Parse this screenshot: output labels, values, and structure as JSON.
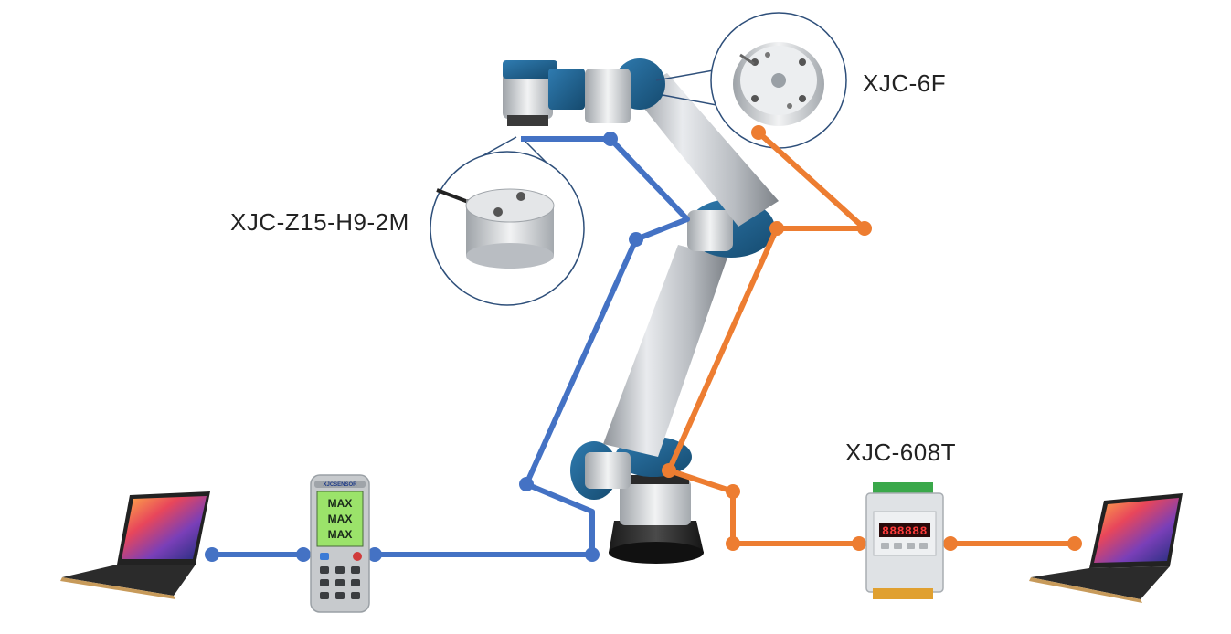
{
  "labels": {
    "six_axis_sensor": "XJC-6F",
    "load_cell": "XJC-Z15-H9-2M",
    "transmitter": "XJC-608T"
  },
  "handheld": {
    "brand": "XJCSENSOR",
    "readouts": [
      "MAX",
      "MAX",
      "MAX"
    ]
  },
  "transmitter_display": "888888",
  "colors": {
    "blue_line": "#4472c4",
    "orange_line": "#ed7d31",
    "robot_joint": "#1f5f8b",
    "robot_arm": "#c9ccd1"
  }
}
